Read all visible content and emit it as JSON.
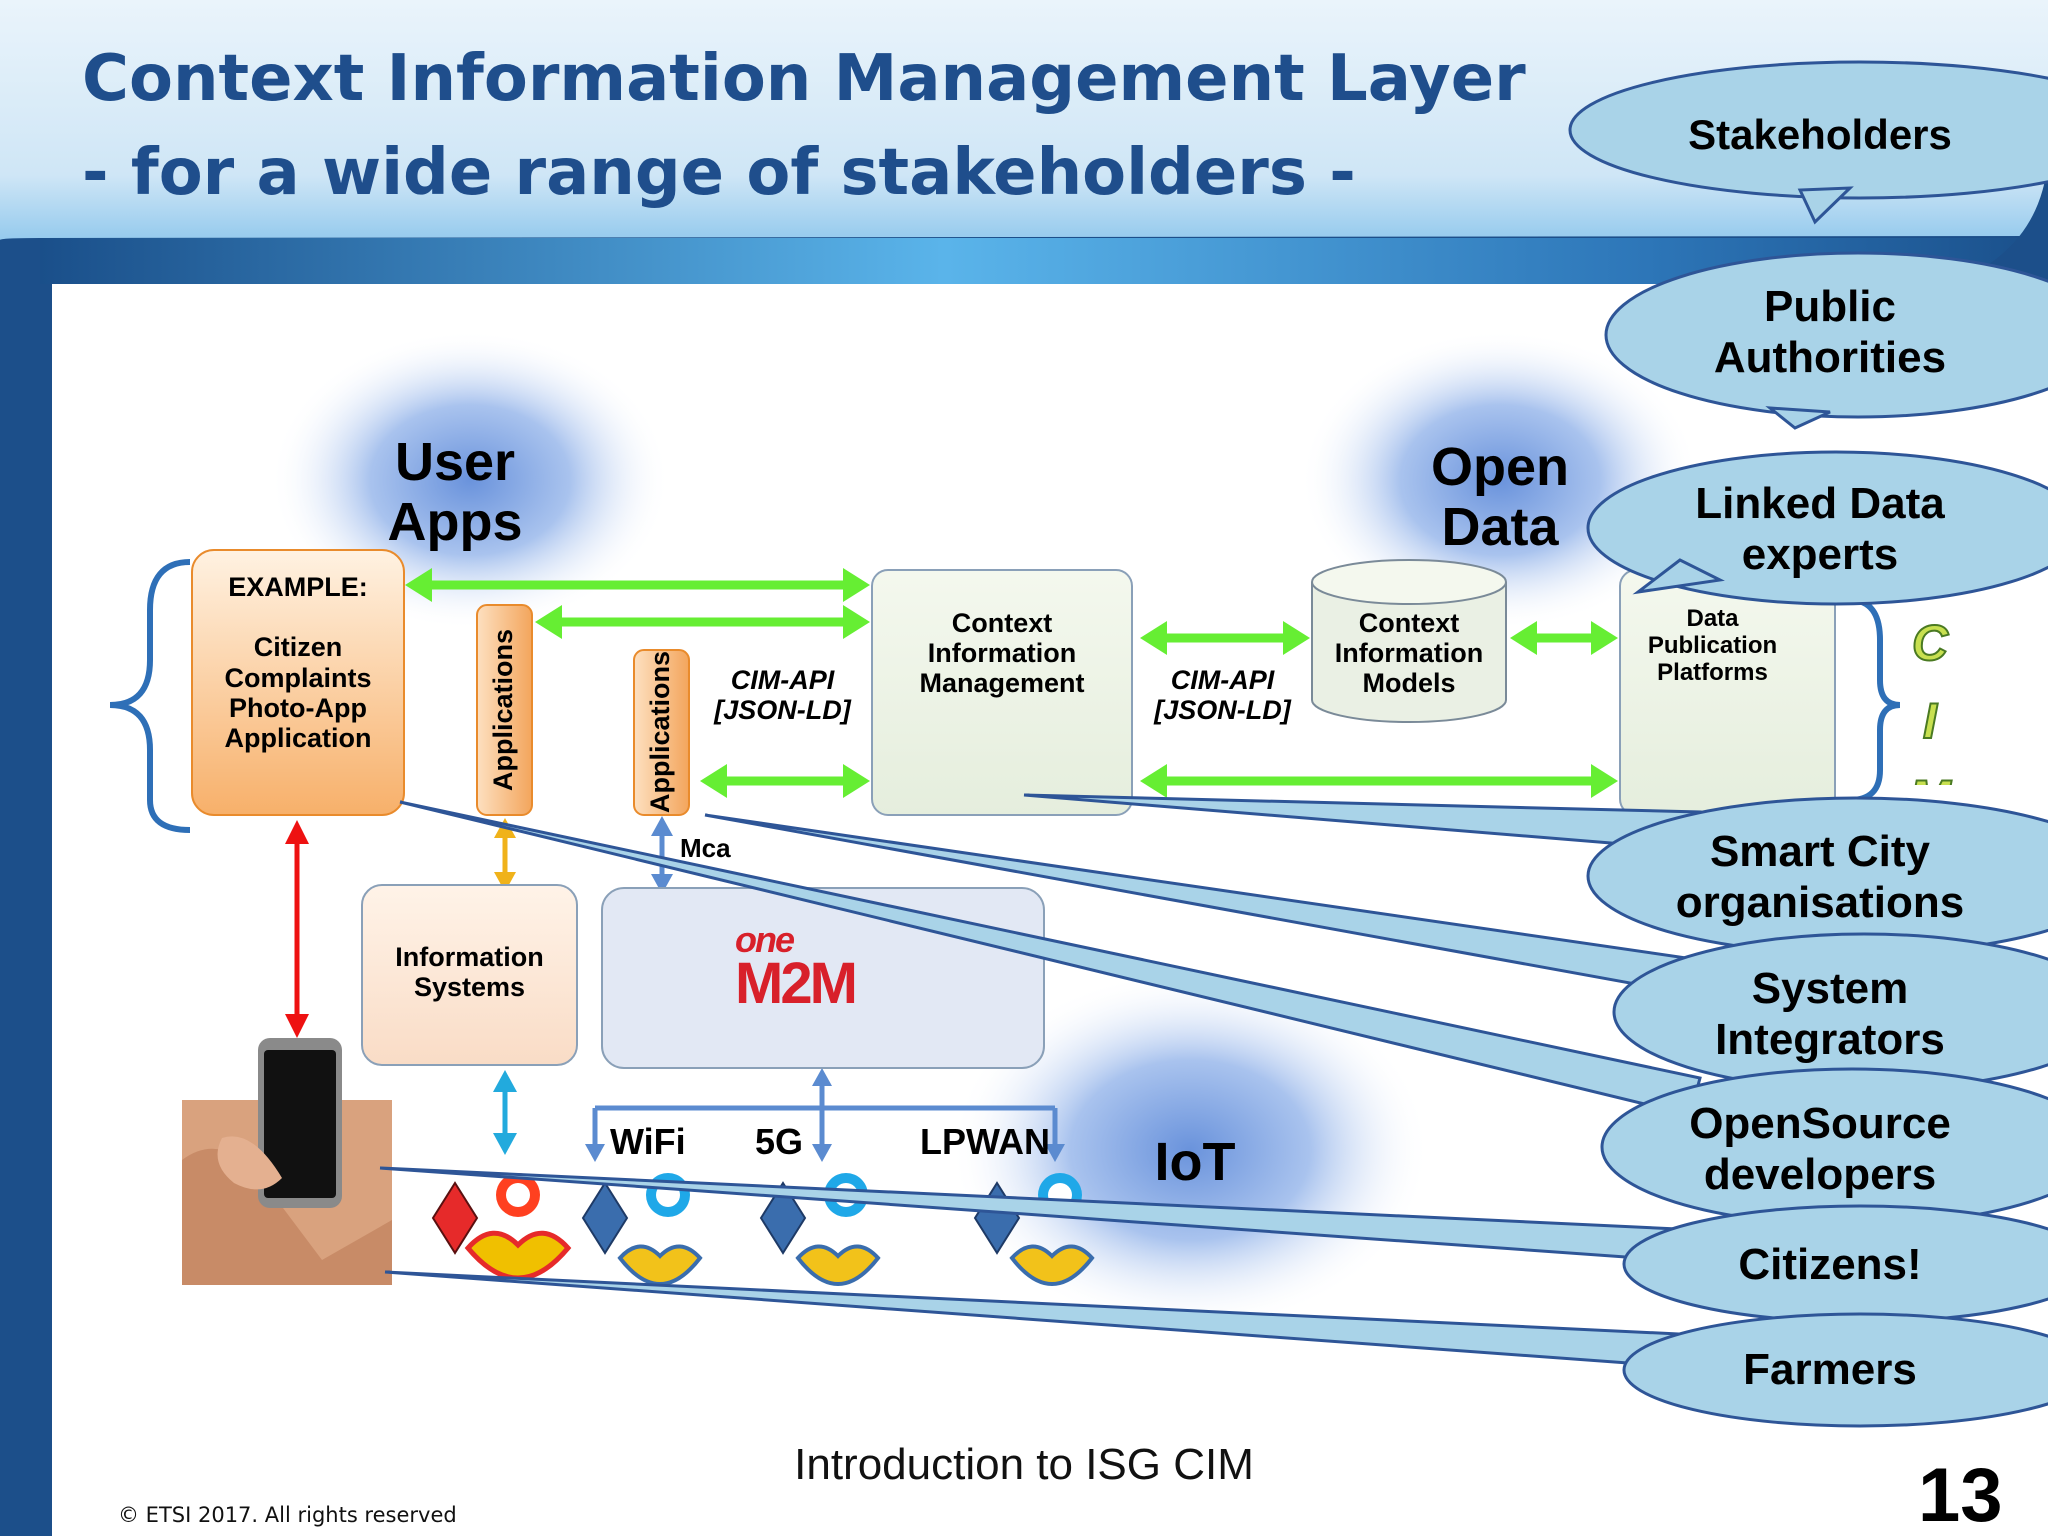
{
  "slide": {
    "title_line1": "Context Information Management Layer",
    "title_line2": "- for a wide range of stakeholders -",
    "footer": "Introduction to ISG CIM",
    "copyright": "© ETSI 2017. All rights reserved",
    "page_number": "13"
  },
  "diagram": {
    "clouds": {
      "user_apps": "User\nApps",
      "open_data": "Open\nData",
      "iot": "IoT"
    },
    "boxes": {
      "example": "EXAMPLE:\n\nCitizen\nComplaints\nPhoto-App\nApplication",
      "applications_1": "Applications",
      "applications_2": "Applications",
      "cim": "Context\nInformation\nManagement",
      "cim_models": "Context\nInformation\nModels",
      "data_publication": "Data\nPublication\nPlatforms",
      "information_systems": "Information\nSystems",
      "onem2m_logo_top": "one",
      "onem2m_logo_bottom": "M2M"
    },
    "labels": {
      "cim_api_1": "CIM-API\n[JSON-LD]",
      "cim_api_2": "CIM-API\n[JSON-LD]",
      "mca": "Mca",
      "wifi": "WiFi",
      "g5": "5G",
      "lpwan": "LPWAN",
      "cim_vertical": "C\nI\nM"
    },
    "colors": {
      "green_arrow": "#66ee33",
      "red_arrow": "#ee1111",
      "blue_arrow": "#22aadd",
      "title_blue": "#1f4e8c",
      "bubble_fill": "#a9d3e8",
      "bubble_stroke": "#2e5597"
    }
  },
  "stakeholders": {
    "header": "Stakeholders",
    "items": [
      "Public\nAuthorities",
      "Linked Data\nexperts",
      "Smart City\norganisations",
      "System\nIntegrators",
      "OpenSource\ndevelopers",
      "Citizens!",
      "Farmers"
    ]
  }
}
